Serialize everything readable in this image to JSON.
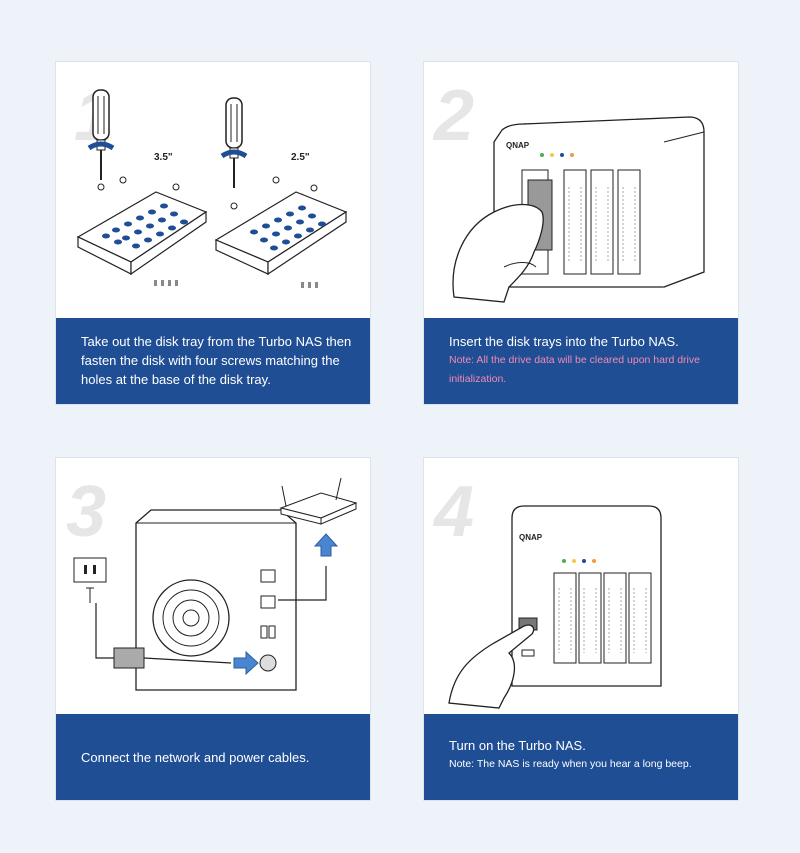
{
  "colors": {
    "page_background": "#eef3fa",
    "caption_background": "#1f4e95",
    "note_pink": "#f28ab3",
    "arrow_blue": "#4a86d0"
  },
  "steps": [
    {
      "number": "1",
      "labels": {
        "left": "3.5\"",
        "right": "2.5\""
      },
      "text": "Take out the disk tray from the Turbo NAS then fasten the disk with four screws matching the holes at the base of the disk tray.",
      "note": ""
    },
    {
      "number": "2",
      "brand": "QNAP",
      "text": "Insert the disk trays into the Turbo NAS.",
      "note": "Note: All the drive data will be cleared upon hard drive initialization."
    },
    {
      "number": "3",
      "text": "Connect the network and power cables.",
      "note": ""
    },
    {
      "number": "4",
      "brand": "QNAP",
      "text": "Turn on the Turbo NAS.",
      "note": "Note: The NAS is ready when you hear a long beep."
    }
  ]
}
